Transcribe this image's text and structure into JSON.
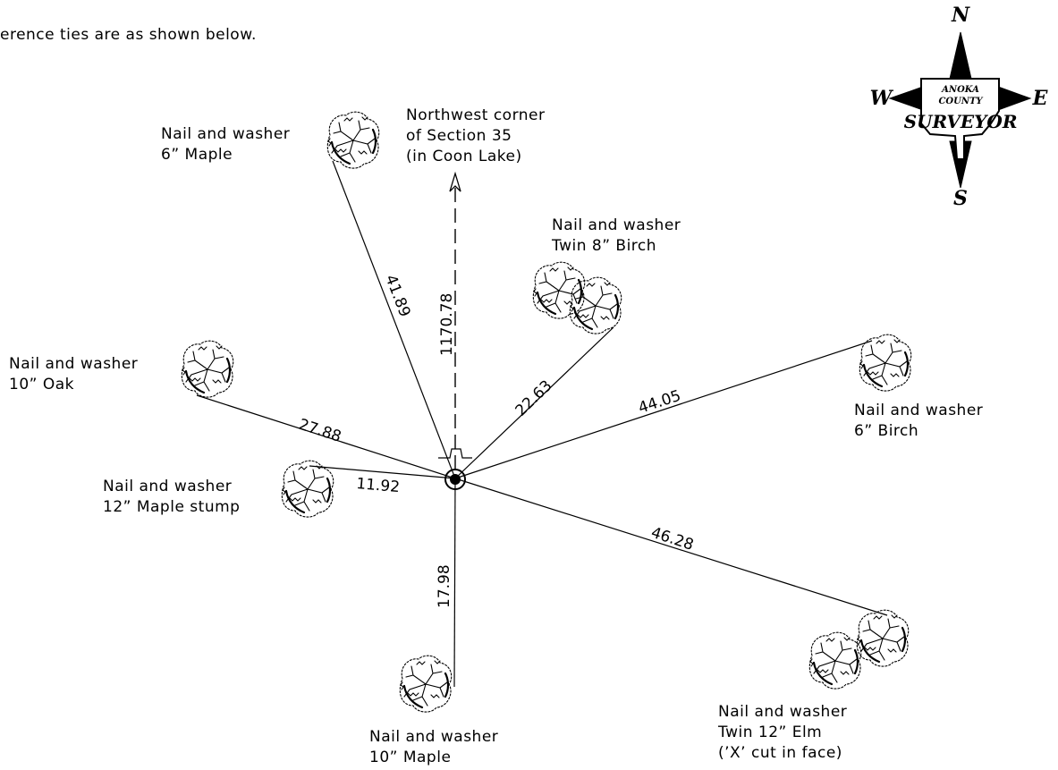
{
  "header_text": "erence ties are as shown below.",
  "corner": {
    "label_lines": [
      "Northwest corner",
      "of Section 35",
      "(in Coon Lake)"
    ],
    "distance": "1170.78"
  },
  "ties": [
    {
      "id": "maple-6",
      "lines": [
        "Nail and washer",
        "6” Maple"
      ],
      "distance": "41.89"
    },
    {
      "id": "birch-twin-8",
      "lines": [
        "Nail and washer",
        "Twin 8” Birch"
      ],
      "distance": "22.63"
    },
    {
      "id": "oak-10",
      "lines": [
        "Nail and washer",
        "10” Oak"
      ],
      "distance": "27.88"
    },
    {
      "id": "maple-stump-12",
      "lines": [
        "Nail and washer",
        "12” Maple stump"
      ],
      "distance": "11.92"
    },
    {
      "id": "birch-6",
      "lines": [
        "Nail and washer",
        "6” Birch"
      ],
      "distance": "44.05"
    },
    {
      "id": "elm-twin-12",
      "lines": [
        "Nail and washer",
        "Twin 12” Elm",
        "(’X’ cut in face)"
      ],
      "distance": "46.28"
    },
    {
      "id": "maple-10",
      "lines": [
        "Nail and washer",
        "10” Maple"
      ],
      "distance": "17.98"
    }
  ],
  "compass": {
    "north": "N",
    "south": "S",
    "east": "E",
    "west": "W",
    "badge_line1": "ANOKA",
    "badge_line2": "COUNTY",
    "badge_line3": "SURVEYOR"
  }
}
